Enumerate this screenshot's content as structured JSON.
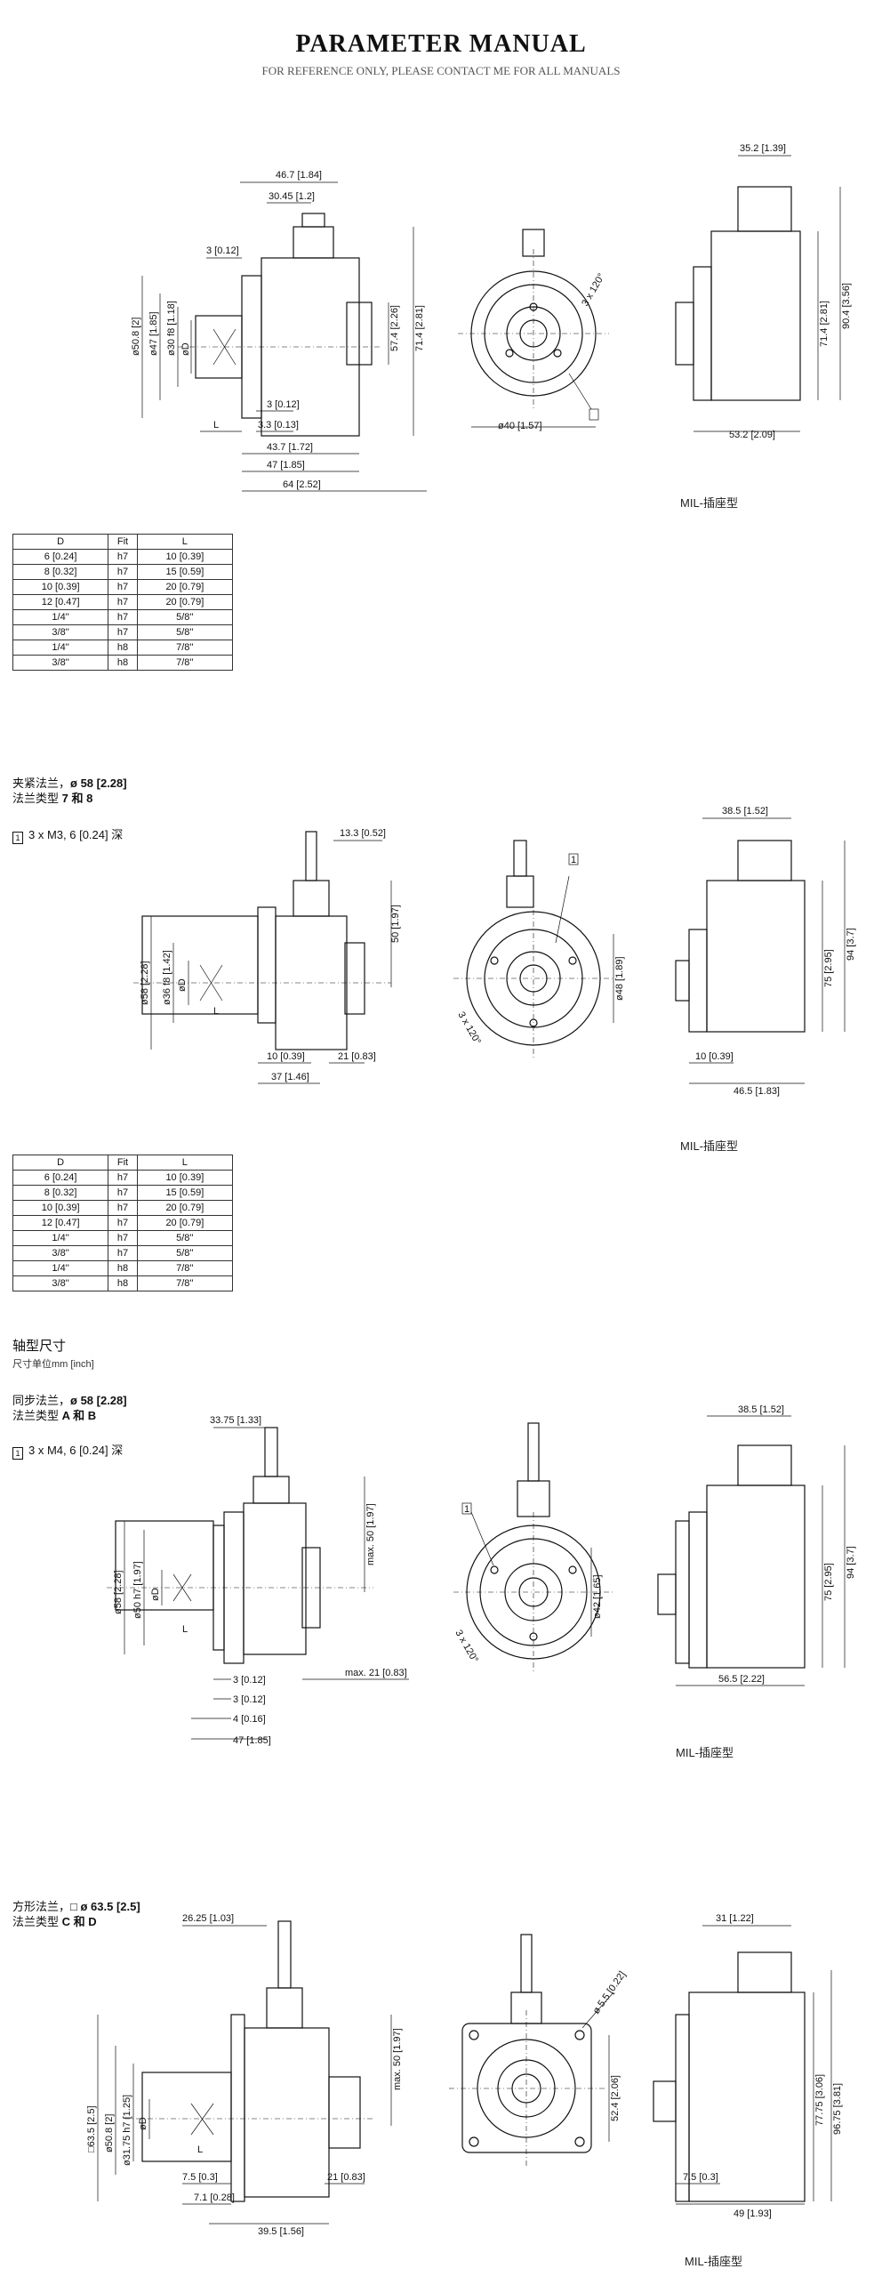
{
  "header": {
    "title": "PARAMETER MANUAL",
    "subtitle": "FOR REFERENCE ONLY, PLEASE CONTACT ME FOR ALL MANUALS"
  },
  "table_headers": [
    "D",
    "Fit",
    "L"
  ],
  "table_rows": [
    [
      "6 [0.24]",
      "h7",
      "10 [0.39]"
    ],
    [
      "8 [0.32]",
      "h7",
      "15 [0.59]"
    ],
    [
      "10 [0.39]",
      "h7",
      "20 [0.79]"
    ],
    [
      "12 [0.47]",
      "h7",
      "20 [0.79]"
    ],
    [
      "1/4''",
      "h7",
      "5/8''"
    ],
    [
      "3/8''",
      "h7",
      "5/8''"
    ],
    [
      "1/4''",
      "h8",
      "7/8''"
    ],
    [
      "3/8''",
      "h8",
      "7/8''"
    ]
  ],
  "sections": {
    "s1": {
      "caption": "MIL-插座型",
      "dims": {
        "d1": "46.7 [1.84]",
        "d2": "30.45 [1.2]",
        "d3": "3 [0.12]",
        "d4": "3 [0.12]",
        "d5": "3.3 [0.13]",
        "d6": "43.7 [1.72]",
        "d7": "47 [1.85]",
        "d8": "64 [2.52]",
        "d9": "ø50.8 [2]",
        "d10": "ø47 [1.85]",
        "d11": "ø30 f8 [1.18]",
        "d12": "øD",
        "d13": "57.4 [2.26]",
        "d14": "71.4 [2.81]",
        "d15": "L",
        "d16": "3 x 120°",
        "d17": "ø40 [1.57]",
        "d18": "35.2 [1.39]",
        "d19": "71.4 [2.81]",
        "d20": "90.4 [3.56]",
        "d21": "53.2 [2.09]"
      }
    },
    "s2": {
      "heading_line1": "夹紧法兰，",
      "heading_bold1": "ø 58 [2.28]",
      "heading_line2": "法兰类型",
      "heading_bold2": "7 和 8",
      "note_num": "1",
      "note": "3 x M3, 6 [0.24] 深",
      "caption": "MIL-插座型",
      "dims": {
        "d1": "13.3 [0.52]",
        "d2": "50 [1.97]",
        "d3": "ø58 [2.28]",
        "d4": "ø36 f8 [1.42]",
        "d5": "øD",
        "d6": "L",
        "d7": "10 [0.39]",
        "d8": "21 [0.83]",
        "d9": "37 [1.46]",
        "d10": "1",
        "d11": "ø48 [1.89]",
        "d12": "3 x 120°",
        "d13": "38.5 [1.52]",
        "d14": "75 [2.95]",
        "d15": "94 [3.7]",
        "d16": "10 [0.39]",
        "d17": "46.5 [1.83]"
      }
    },
    "s3": {
      "heading_main": "轴型尺寸",
      "heading_unit": "尺寸单位mm [inch]",
      "heading_line1": "同步法兰，",
      "heading_bold1": "ø 58 [2.28]",
      "heading_line2": "法兰类型",
      "heading_bold2": "A 和 B",
      "note_num": "1",
      "note": "3 x M4, 6 [0.24] 深",
      "caption": "MIL-插座型",
      "dims": {
        "d1": "33.75 [1.33]",
        "d2": "max. 50 [1.97]",
        "d3": "ø58 [2.28]",
        "d4": "ø50 h7 [1.97]",
        "d5": "øD",
        "d6": "L",
        "d7": "max. 21 [0.83]",
        "d8": "3 [0.12]",
        "d9": "3 [0.12]",
        "d10": "4 [0.16]",
        "d11": "47 [1.85]",
        "d12": "1",
        "d13": "ø42 [1.65]",
        "d14": "3 x 120°",
        "d15": "38.5 [1.52]",
        "d16": "75 [2.95]",
        "d17": "94 [3.7]",
        "d18": "56.5 [2.22]"
      }
    },
    "s4": {
      "heading_line1": "方形法兰，",
      "heading_bold1": "□ ø 63.5 [2.5]",
      "heading_line2": "法兰类型",
      "heading_bold2": "C 和 D",
      "caption": "MIL-插座型",
      "dims": {
        "d1": "26.25 [1.03]",
        "d2": "max. 50 [1.97]",
        "d3": "□63.5 [2.5]",
        "d4": "ø50.8 [2]",
        "d5": "ø31.75 h7 [1.25]",
        "d6": "øD",
        "d7": "L",
        "d8": "7.5 [0.3]",
        "d9": "7.1 [0.28]",
        "d10": "21 [0.83]",
        "d11": "39.5 [1.56]",
        "d12": "ø 5.5 [0.22]",
        "d13": "52.4 [2.06]",
        "d14": "31 [1.22]",
        "d15": "77.75 [3.06]",
        "d16": "96.75 [3.81]",
        "d17": "7.5 [0.3]",
        "d18": "49 [1.93]"
      }
    }
  }
}
